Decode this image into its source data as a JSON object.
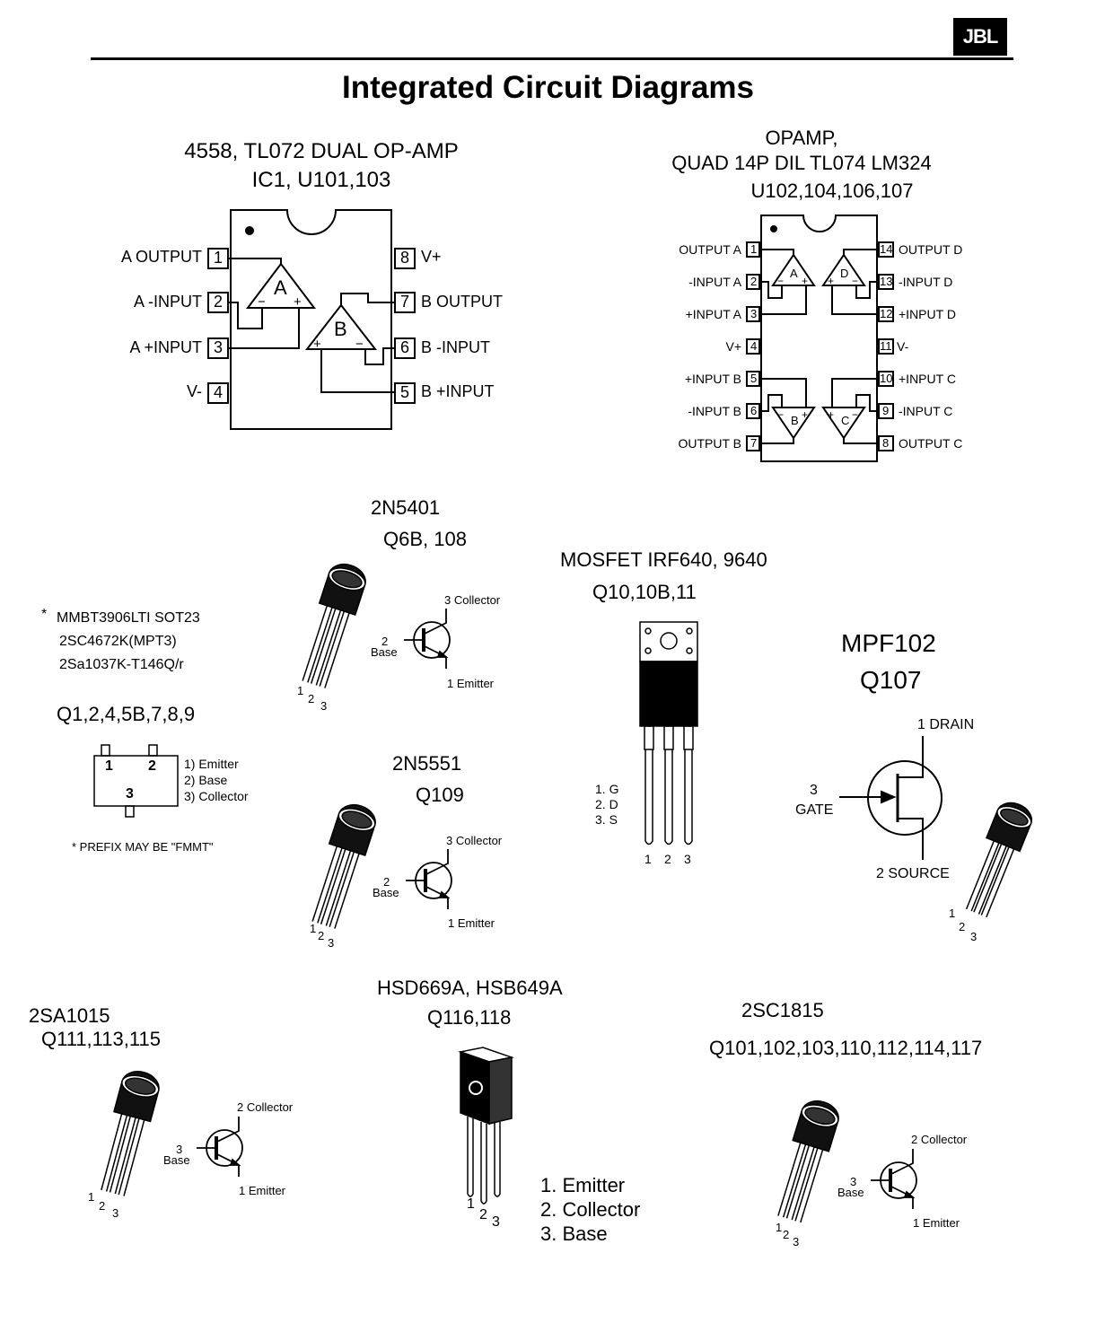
{
  "header": {
    "logo": "JBL",
    "title": "Integrated Circuit Diagrams"
  },
  "dual_opamp": {
    "line1": "4558, TL072 DUAL OP-AMP",
    "line2": "IC1, U101,103",
    "left_pins": [
      {
        "num": "1",
        "label": "A OUTPUT"
      },
      {
        "num": "2",
        "label": "A -INPUT"
      },
      {
        "num": "3",
        "label": "A +INPUT"
      },
      {
        "num": "4",
        "label": "V-"
      }
    ],
    "right_pins": [
      {
        "num": "8",
        "label": "V+"
      },
      {
        "num": "7",
        "label": "B OUTPUT"
      },
      {
        "num": "6",
        "label": "B -INPUT"
      },
      {
        "num": "5",
        "label": "B +INPUT"
      }
    ],
    "amp_a": "A",
    "amp_b": "B"
  },
  "quad_opamp": {
    "line1": "OPAMP,",
    "line2": "QUAD 14P DIL  TL074  LM324",
    "line3": "U102,104,106,107",
    "left_pins": [
      {
        "num": "1",
        "label": "OUTPUT A"
      },
      {
        "num": "2",
        "label": "-INPUT A"
      },
      {
        "num": "3",
        "label": "+INPUT A"
      },
      {
        "num": "4",
        "label": "V+"
      },
      {
        "num": "5",
        "label": "+INPUT B"
      },
      {
        "num": "6",
        "label": "-INPUT B"
      },
      {
        "num": "7",
        "label": "OUTPUT B"
      }
    ],
    "right_pins": [
      {
        "num": "14",
        "label": "OUTPUT D"
      },
      {
        "num": "13",
        "label": "-INPUT D"
      },
      {
        "num": "12",
        "label": "+INPUT D"
      },
      {
        "num": "11",
        "label": "V-"
      },
      {
        "num": "10",
        "label": "+INPUT C"
      },
      {
        "num": "9",
        "label": "-INPUT C"
      },
      {
        "num": "8",
        "label": "OUTPUT C"
      }
    ],
    "amps": [
      "A",
      "B",
      "C",
      "D"
    ]
  },
  "sot23": {
    "star": "*",
    "line1": "MMBT3906LTI SOT23",
    "line2": "2SC4672K(MPT3)",
    "line3": "2Sa1037K-T146Q/r",
    "refs": "Q1,2,4,5B,7,8,9",
    "pin1": "1",
    "pin2": "2",
    "pin3": "3",
    "legend": [
      "1) Emitter",
      "2) Base",
      "3) Collector"
    ],
    "note": "*  PREFIX MAY BE \"FMMT\""
  },
  "t2n5401": {
    "part": "2N5401",
    "refs": "Q6B, 108",
    "collector": "3 Collector",
    "base_num": "2",
    "base": "Base",
    "emitter": "1 Emitter",
    "leads": [
      "1",
      "2",
      "3"
    ]
  },
  "t2n5551": {
    "part": "2N5551",
    "refs": "Q109",
    "collector": "3 Collector",
    "base_num": "2",
    "base": "Base",
    "emitter": "1 Emitter",
    "leads": [
      "1",
      "2",
      "3"
    ]
  },
  "mosfet": {
    "part": "MOSFET  IRF640, 9640",
    "refs": "Q10,10B,11",
    "legend": [
      "1. G",
      "2. D",
      "3. S"
    ],
    "leads": [
      "1",
      "2",
      "3"
    ]
  },
  "mpf102": {
    "part": "MPF102",
    "refs": "Q107",
    "drain": "1 DRAIN",
    "gate_num": "3",
    "gate": "GATE",
    "source": "2 SOURCE",
    "leads": [
      "1",
      "2",
      "3"
    ]
  },
  "t2sa1015": {
    "part": "2SA1015",
    "refs": "Q111,113,115",
    "collector": "2 Collector",
    "base_num": "3",
    "base": "Base",
    "emitter": "1 Emitter",
    "leads": [
      "1",
      "2",
      "3"
    ]
  },
  "hsd669": {
    "part": "HSD669A, HSB649A",
    "refs": "Q116,118",
    "legend": [
      "1. Emitter",
      "2. Collector",
      "3. Base"
    ],
    "leads": [
      "1",
      "2",
      "3"
    ]
  },
  "t2sc1815": {
    "part": "2SC1815",
    "refs": "Q101,102,103,110,112,114,117",
    "collector": "2 Collector",
    "base_num": "3",
    "base": "Base",
    "emitter": "1 Emitter",
    "leads": [
      "1",
      "2",
      "3"
    ]
  }
}
